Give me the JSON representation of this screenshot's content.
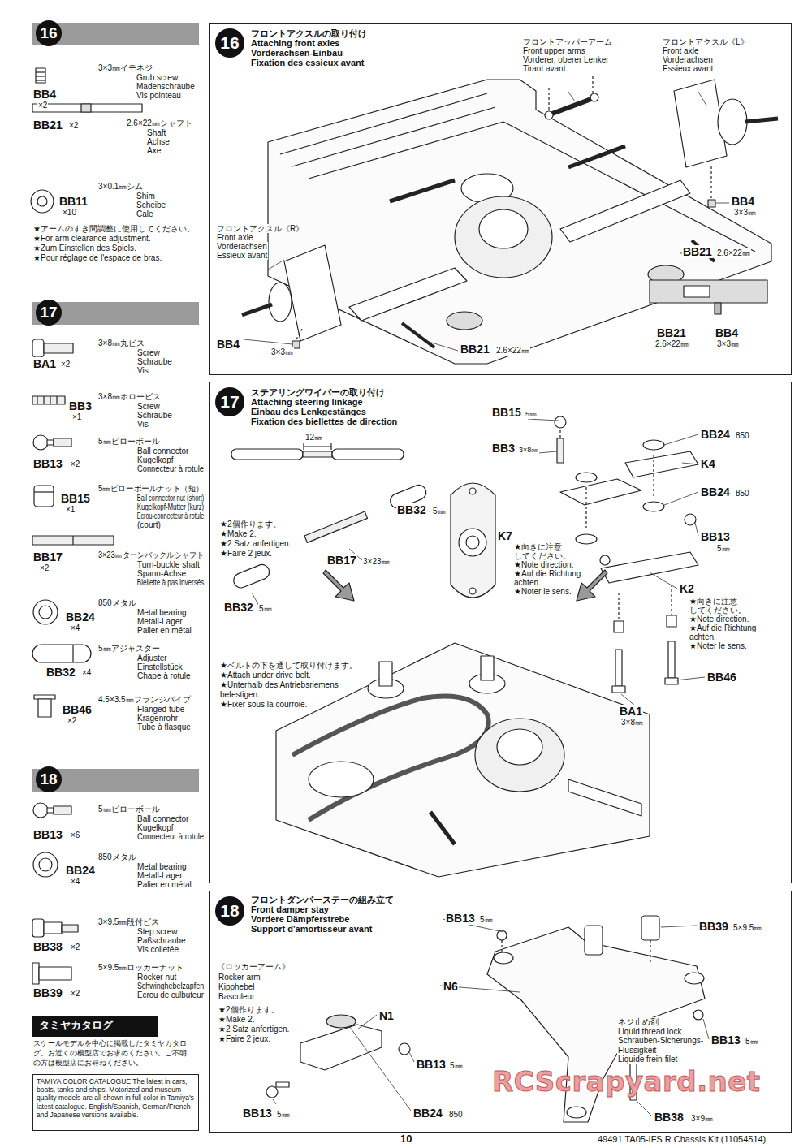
{
  "diagram": {
    "nodes": [
      {
        "text": [
          "16"
        ]
      },
      {
        "text": [
          "17"
        ]
      },
      {
        "text": [
          "18"
        ]
      },
      {
        "text": [
          "16"
        ]
      },
      {
        "text": [
          "17"
        ]
      },
      {
        "text": [
          "18"
        ]
      },
      {
        "text": [
          "タミヤカタログ"
        ]
      },
      {
        "text": [
          "TAMIYA COLOR CATALOGUE The latest in cars, boats, tanks and ships. Motorized and museum quality models are all shown in full color in Tamiya's latest catalogue. English/Spanish, German/French and Japanese versions available."
        ]
      }
    ],
    "labels": [
      "3×3㎜イモネジ",
      "Grub screw",
      "Madenschraube",
      "Vis pointeau",
      "BB4",
      "×2",
      "2.6×22㎜シャフト",
      "Shaft",
      "Achse",
      "Axe",
      "BB21",
      "×2",
      "3×0.1㎜シム",
      "Shim",
      "Scheibe",
      "Cale",
      "BB11",
      "×10",
      "★アームのすき間調整に使用してください。",
      "★For arm clearance adjustment.",
      "★Zum Einstellen des Spiels.",
      "★Pour réglage de l'espace de bras.",
      "3×8㎜丸ビス",
      "Screw",
      "Schraube",
      "Vis",
      "BA1",
      "×2",
      "3×8㎜ホロービス",
      "Screw",
      "Schraube",
      "Vis",
      "BB3",
      "×1",
      "5㎜ピローボール",
      "Ball connector",
      "Kugelkopf",
      "Connecteur à rotule",
      "BB13",
      "×2",
      "5㎜ピローボールナット（短）",
      "Ball connector nut (short)",
      "Kugelkopf-Mutter (kurz)",
      "Ecrou-connecteur à rotule",
      "(court)",
      "BB15",
      "×1",
      "3×23㎜ターンバックルシャフト",
      "Turn-buckle shaft",
      "Spann-Achse",
      "Biellette à pas inversés",
      "BB17",
      "×2",
      "850メタル",
      "Metal bearing",
      "Metall-Lager",
      "Palier en métal",
      "BB24",
      "×4",
      "5㎜アジャスター",
      "Adjuster",
      "Einstellstück",
      "Chape à rotule",
      "BB32",
      "×4",
      "4.5×3.5㎜フランジパイプ",
      "Flanged tube",
      "Kragenrohr",
      "Tube à flasque",
      "BB46",
      "×2",
      "5㎜ピローボール",
      "Ball connector",
      "Kugelkopf",
      "Connecteur à rotule",
      "BB13",
      "×6",
      "850メタル",
      "Metal bearing",
      "Metall-Lager",
      "Palier en métal",
      "BB24",
      "×4",
      "3×9.5㎜段付ビス",
      "Step screw",
      "Paßschraube",
      "Vis colletée",
      "BB38",
      "×2",
      "5×9.5㎜ロッカーナット",
      "Rocker nut",
      "Schwinghebelzapfen",
      "Ecrou de culbuteur",
      "BB39",
      "×2",
      "スケールモデルを中心に掲載したタミヤカタロ",
      "グ。お近くの模型店でお求めください。ご不明",
      "の方は模型店にお尋ねください。",
      "フロントアクスルの取り付け",
      "Attaching front axles",
      "Vorderachsen-Einbau",
      "Fixation des essieux avant",
      "フロントアッパーアーム",
      "Front upper arms",
      "Vorderer, oberer Lenker",
      "Tirant avant",
      "フロントアクスル《L》",
      "Front axle",
      "Vorderachsen",
      "Essieux avant",
      "フロントアクスル《R》",
      "Front axle",
      "Vorderachsen",
      "Essieux avant",
      "BB4",
      "3×3㎜",
      "BB21",
      "2.6×22㎜",
      "BB4",
      "3×3㎜",
      "BB21",
      "2.6×22㎜",
      "BB21",
      "2.6×22㎜",
      "BB4",
      "3×3㎜",
      "ステアリングワイパーの取り付け",
      "Attaching steering linkage",
      "Einbau des Lenkgestänges",
      "Fixation des biellettes de direction",
      "12㎜",
      "★2個作ります。",
      "★Make 2.",
      "★2 Satz anfertigen.",
      "★Faire 2 jeux.",
      "BB32",
      "5㎜",
      "BB17",
      "3×23㎜",
      "BB32",
      "5㎜",
      "★ベルトの下を通して取り付けます。",
      "★Attach under drive belt.",
      "★Unterhalb des Antriebsriemens",
      "befestigen.",
      "★Fixer sous la courroie.",
      "BB15",
      "5㎜",
      "BB3",
      "3×8㎜",
      "BB24",
      "850",
      "K4",
      "BB24",
      "850",
      "BB13",
      "5㎜",
      "K7",
      "★向きに注意",
      "してください。",
      "★Note direction.",
      "★Auf die Richtung",
      "achten.",
      "★Noter le sens.",
      "K2",
      "★向きに注意",
      "してください。",
      "★Note direction.",
      "★Auf die Richtung",
      "achten.",
      "★Noter le sens.",
      "BB46",
      "BA1",
      "3×8㎜",
      "フロントダンパーステーの組み立て",
      "Front damper stay",
      "Vordere Dämpferstrebe",
      "Support d'amortisseur avant",
      "《ロッカーアーム》",
      "Rocker arm",
      "Kipphebel",
      "Basculeur",
      "★2個作ります。",
      "★Make 2.",
      "★2 Satz anfertigen.",
      "★Faire 2 jeux.",
      "N1",
      "BB13",
      "5㎜",
      "BB13",
      "5㎜",
      "BB24",
      "850",
      "BB13",
      "5㎜",
      "BB39",
      "5×9.5㎜",
      "N6",
      "ネジ止め剤",
      "Liquid thread lock",
      "Schrauben-Sicherungs-",
      "Flüssigkeit",
      "Liquide frein-filet",
      "BB13",
      "5㎜",
      "BB38",
      "3×9㎜",
      "RCScrapyard.net",
      "10",
      "49491  TA05-IFS R Chassis Kit (11054514)"
    ]
  }
}
